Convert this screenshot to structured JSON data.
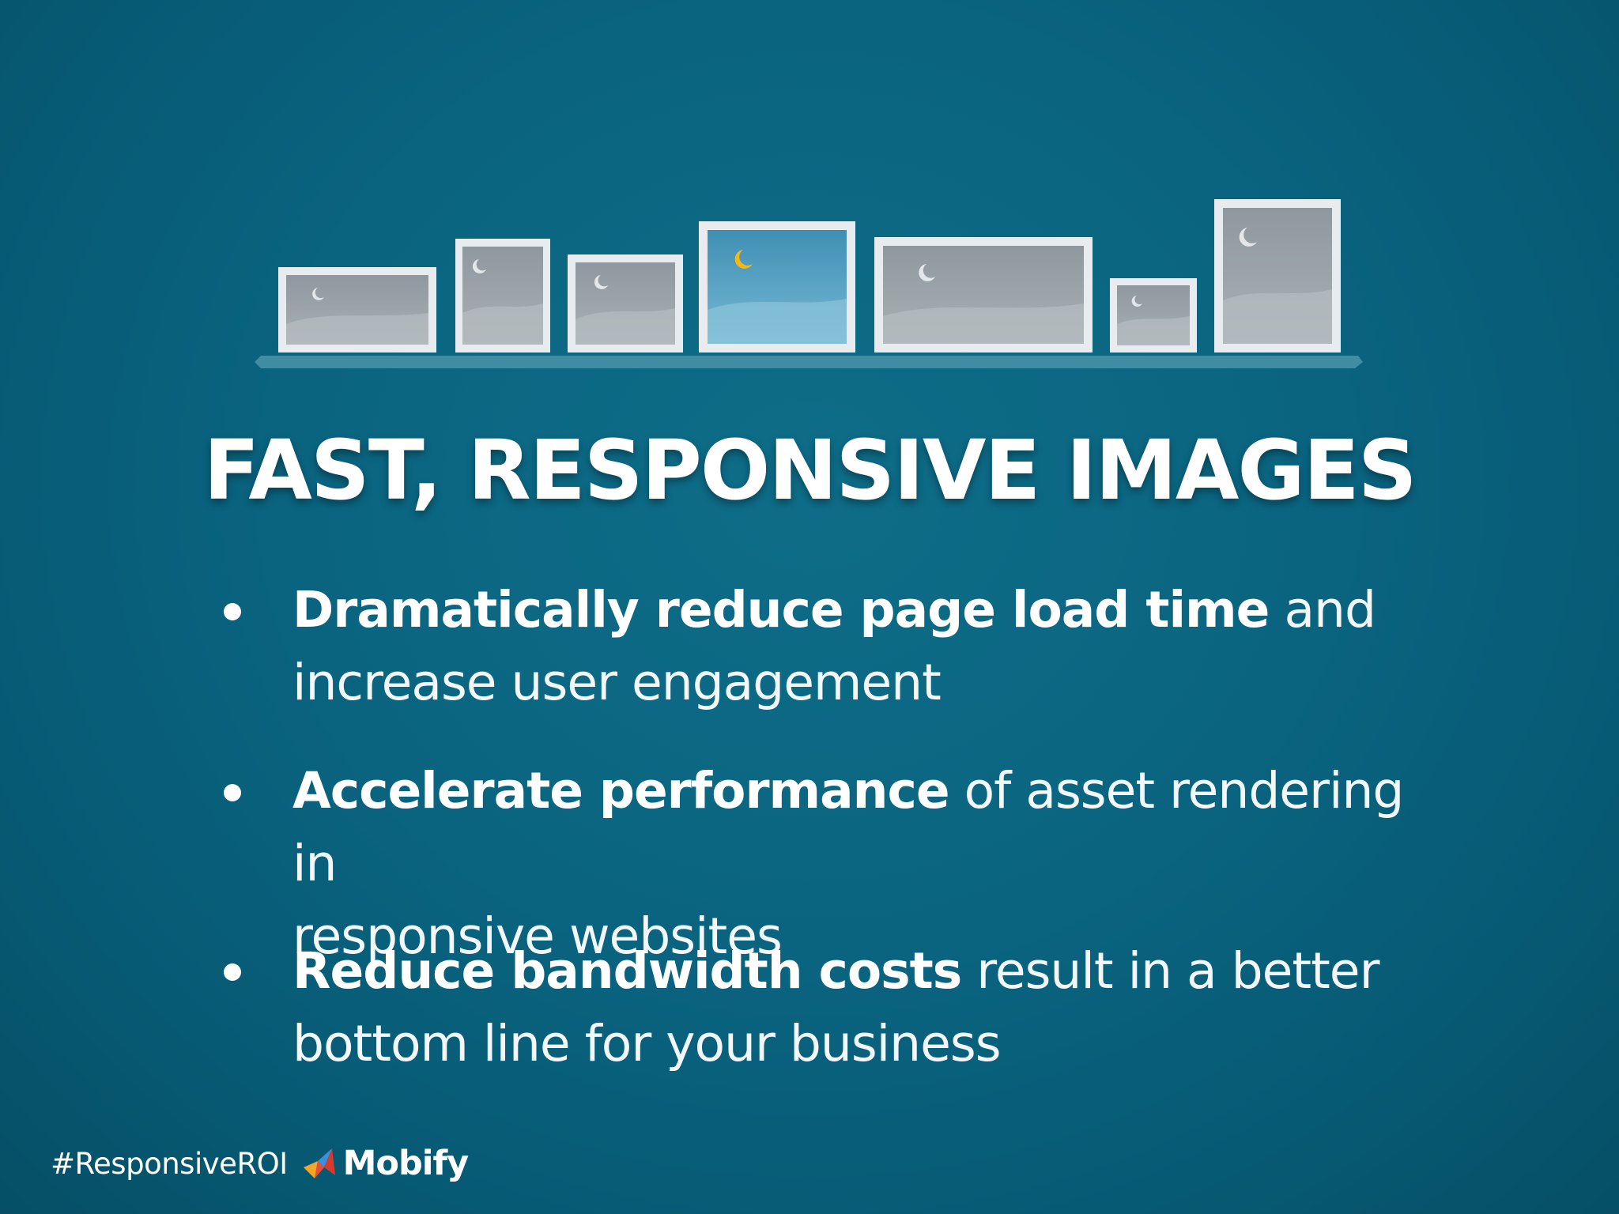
{
  "slide": {
    "title": "FAST, RESPONSIVE IMAGES",
    "bullets": [
      {
        "bold": "Dramatically reduce page load time",
        "rest_line1": " and",
        "line2": "increase user engagement"
      },
      {
        "bold": "Accelerate performance",
        "rest_line1": " of asset rendering in",
        "line2": "responsive websites"
      },
      {
        "bold": "Reduce bandwidth costs",
        "rest_line1": " result in a better",
        "line2": "bottom line for your business"
      }
    ],
    "footer": {
      "hashtag": "#ResponsiveROI",
      "brand": "Mobify"
    }
  },
  "colors": {
    "background": "#0a6480",
    "text": "#ffffff",
    "frame": "#e8ecee",
    "screen_gray": "#9aa3a9",
    "screen_blue": "#5aa9c9",
    "moon": "#f2b81a",
    "shelf": "#4a93a8"
  },
  "icons": [
    "moon-icon",
    "mobify-logo-icon"
  ]
}
